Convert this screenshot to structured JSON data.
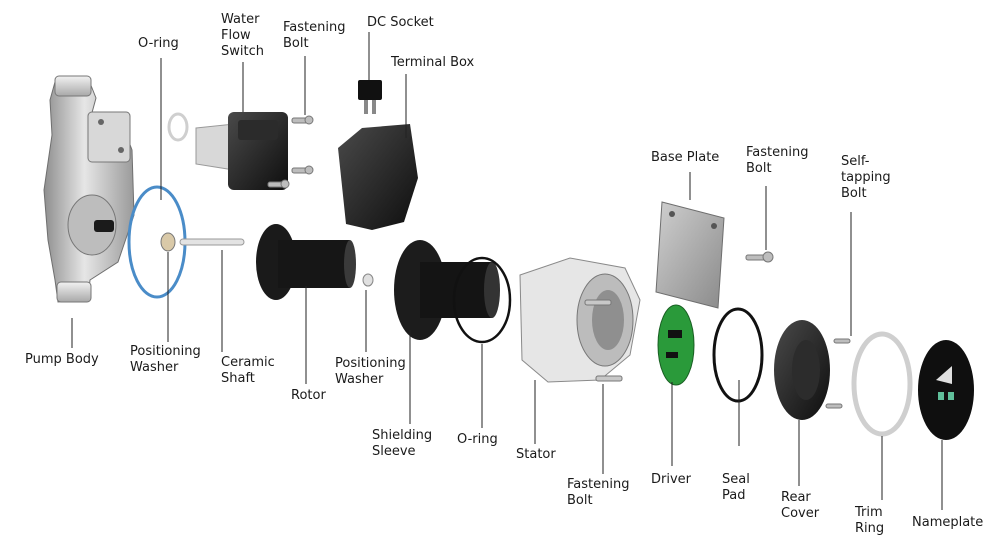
{
  "diagram": {
    "labels": {
      "pump_body": "Pump Body",
      "o_ring_left": "O-ring",
      "positioning_washer_left": "Positioning\nWasher",
      "water_flow_switch": "Water\nFlow\nSwitch",
      "fastening_bolt_top": "Fastening\nBolt",
      "dc_socket": "DC Socket",
      "terminal_box": "Terminal Box",
      "ceramic_shaft": "Ceramic\nShaft",
      "rotor": "Rotor",
      "positioning_washer_right": "Positioning\nWasher",
      "shielding_sleeve": "Shielding\nSleeve",
      "o_ring_mid": "O-ring",
      "stator": "Stator",
      "fastening_bolt_bottom": "Fastening\nBolt",
      "base_plate": "Base Plate",
      "fastening_bolt_right": "Fastening\nBolt",
      "driver": "Driver",
      "seal_pad": "Seal\nPad",
      "rear_cover": "Rear\nCover",
      "self_tapping_bolt": "Self-\ntapping\nBolt",
      "trim_ring": "Trim\nRing",
      "nameplate": "Nameplate"
    }
  }
}
